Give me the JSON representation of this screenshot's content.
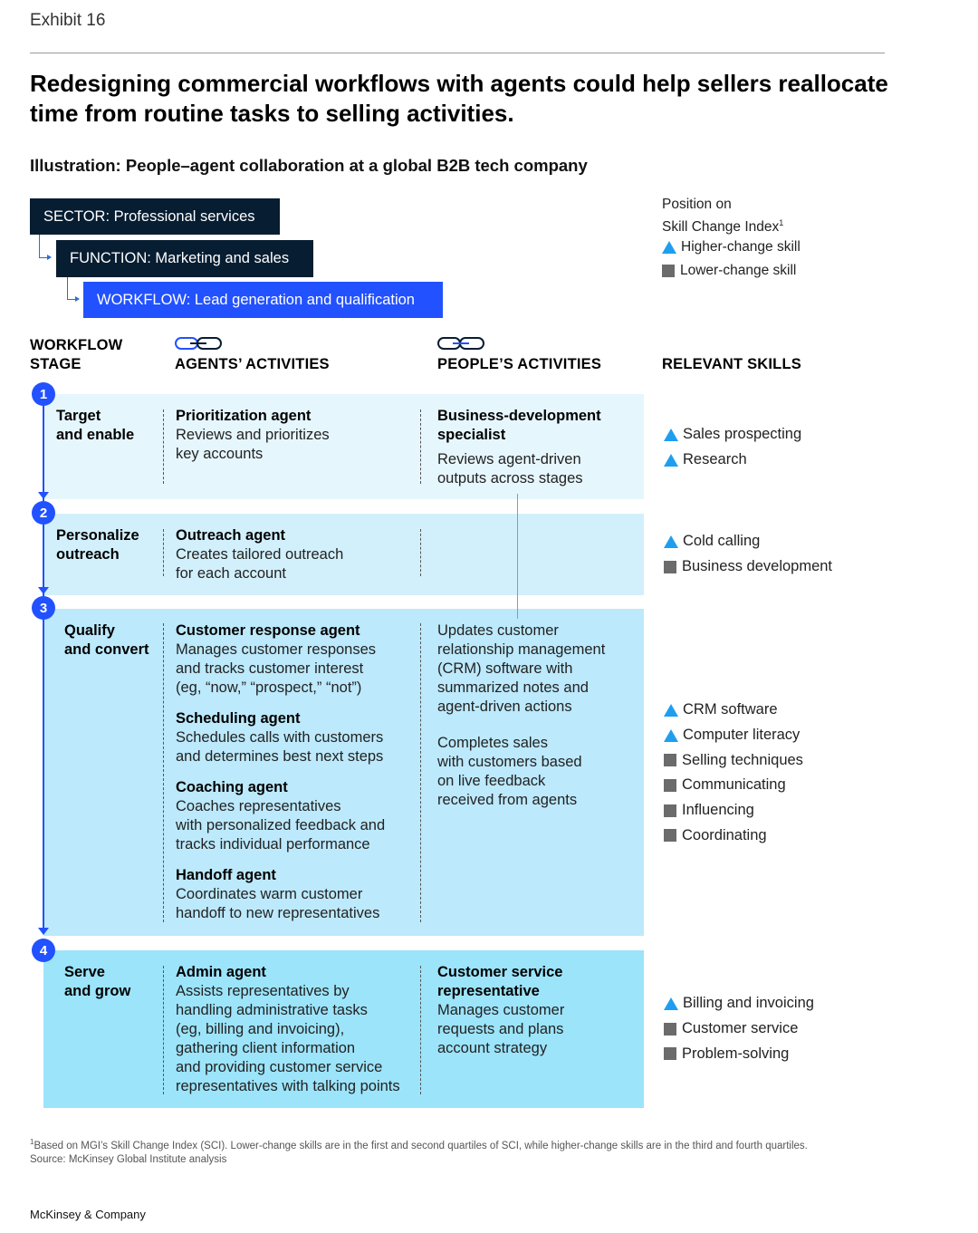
{
  "exhibit": "Exhibit 16",
  "headline": "Redesigning commercial workflows with agents could help sellers reallocate time from routine tasks to selling activities.",
  "subtitle": "Illustration: People–agent collaboration at a global B2B tech company",
  "tags": {
    "sector": "SECTOR: Professional services",
    "function": "FUNCTION: Marketing and sales",
    "workflow": "WORKFLOW: Lead generation and qualification"
  },
  "legend": {
    "title_line1": "Position on",
    "title_line2": "Skill Change Index",
    "title_sup": "1",
    "higher": "Higher-change skill",
    "lower": "Lower-change skill",
    "higher_color": "#1f9ef0",
    "lower_color": "#6b6b6b"
  },
  "columns": {
    "stage_line1": "WORKFLOW",
    "stage_line2": "STAGE",
    "agents": "AGENTS’ ACTIVITIES",
    "people": "PEOPLE’S  ACTIVITIES",
    "skills": "RELEVANT SKILLS"
  },
  "stages": [
    {
      "number": "1",
      "name_line1": "Target",
      "name_line2": "and enable",
      "agents": [
        {
          "name": "Prioritization agent",
          "desc": [
            "Reviews and prioritizes",
            "key accounts"
          ]
        }
      ],
      "people": [
        {
          "name_lines": [
            "Business-development",
            "specialist"
          ],
          "desc": [
            "Reviews agent-driven",
            "outputs across stages"
          ]
        }
      ],
      "skills": [
        {
          "icon": "triangle",
          "label": "Sales prospecting"
        },
        {
          "icon": "triangle",
          "label": "Research"
        }
      ]
    },
    {
      "number": "2",
      "name_line1": "Personalize",
      "name_line2": "outreach",
      "agents": [
        {
          "name": "Outreach agent",
          "desc": [
            "Creates tailored outreach",
            "for each account"
          ]
        }
      ],
      "people": [],
      "skills": [
        {
          "icon": "triangle",
          "label": "Cold calling"
        },
        {
          "icon": "square",
          "label": "Business development"
        }
      ]
    },
    {
      "number": "3",
      "name_line1": "Qualify",
      "name_line2": "and convert",
      "agents": [
        {
          "name": "Customer response agent",
          "desc": [
            "Manages customer responses",
            "and tracks customer interest",
            "(eg, “now,” “prospect,” “not”)"
          ]
        },
        {
          "name": "Scheduling agent",
          "desc": [
            "Schedules calls with customers",
            "and determines best next steps"
          ]
        },
        {
          "name": "Coaching agent",
          "desc": [
            "Coaches representatives",
            "with personalized feedback and",
            "tracks individual performance"
          ]
        },
        {
          "name": "Handoff agent",
          "desc": [
            "Coordinates warm customer",
            "handoff to new representatives"
          ]
        }
      ],
      "people": [
        {
          "name_lines": [],
          "desc": [
            "Updates customer",
            "relationship management",
            "(CRM) software with",
            "summarized notes and",
            "agent-driven actions"
          ]
        },
        {
          "name_lines": [],
          "desc": [
            "Completes sales",
            "with customers based",
            "on live feedback",
            "received from agents"
          ]
        }
      ],
      "skills": [
        {
          "icon": "triangle",
          "label": "CRM software"
        },
        {
          "icon": "triangle",
          "label": "Computer literacy"
        },
        {
          "icon": "square",
          "label": "Selling techniques"
        },
        {
          "icon": "square",
          "label": "Communicating"
        },
        {
          "icon": "square",
          "label": "Influencing"
        },
        {
          "icon": "square",
          "label": "Coordinating"
        }
      ]
    },
    {
      "number": "4",
      "name_line1": "Serve",
      "name_line2": "and grow",
      "agents": [
        {
          "name": "Admin agent",
          "desc": [
            "Assists representatives by",
            "handling administrative tasks",
            "(eg, billing and invoicing),",
            "gathering client information",
            "and providing customer service",
            "representatives with talking points"
          ]
        }
      ],
      "people": [
        {
          "name_lines": [
            "Customer service",
            "representative"
          ],
          "desc": [
            "Manages customer",
            "requests and plans",
            "account strategy"
          ]
        }
      ],
      "skills": [
        {
          "icon": "triangle",
          "label": "Billing and invoicing"
        },
        {
          "icon": "square",
          "label": "Customer service"
        },
        {
          "icon": "square",
          "label": "Problem-solving"
        }
      ]
    }
  ],
  "footnote": {
    "sup": "1",
    "line1": "Based on MGI’s Skill Change Index (SCI). Lower-change skills are in the first and second quartiles of SCI, while higher-change skills are in the third and fourth quartiles.",
    "source": "Source: McKinsey Global Institute analysis"
  },
  "brand": "McKinsey & Company"
}
